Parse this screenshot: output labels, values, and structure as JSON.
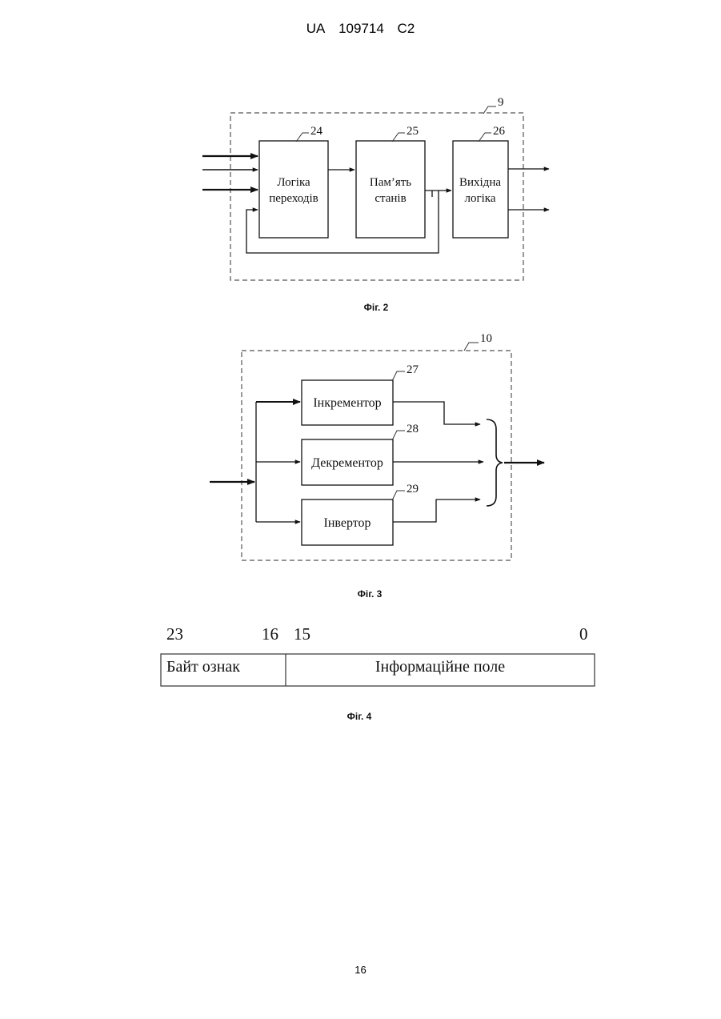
{
  "header": {
    "country": "UA",
    "number": "109714",
    "kind": "C2"
  },
  "fig2": {
    "caption": "Фіг. 2",
    "ref_outer": "9",
    "blocks": [
      {
        "ref": "24",
        "line1": "Логіка",
        "line2": "переходів"
      },
      {
        "ref": "25",
        "line1": "Пам’ять",
        "line2": "станів"
      },
      {
        "ref": "26",
        "line1": "Вихідна",
        "line2": "логіка"
      }
    ]
  },
  "fig3": {
    "caption": "Фіг. 3",
    "ref_outer": "10",
    "blocks": [
      {
        "ref": "27",
        "label": "Інкрементор"
      },
      {
        "ref": "28",
        "label": "Декрементор"
      },
      {
        "ref": "29",
        "label": "Інвертор"
      }
    ]
  },
  "fig4": {
    "caption": "Фіг. 4",
    "bits": {
      "b23": "23",
      "b16": "16",
      "b15": "15",
      "b0": "0"
    },
    "fields": {
      "flags": "Байт ознак",
      "info": "Інформаційне поле"
    }
  },
  "page_number": "16"
}
